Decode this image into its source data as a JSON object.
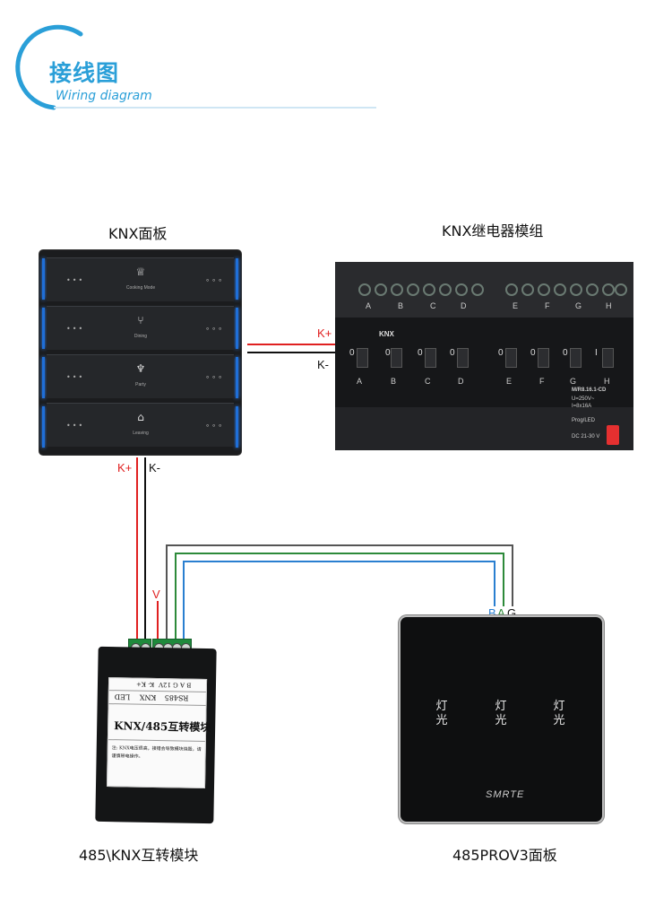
{
  "header": {
    "title": "接线图",
    "subtitle": "Wiring diagram"
  },
  "labels": {
    "knx_panel": "KNX面板",
    "relay_module": "KNX继电器模组",
    "converter": "485\\KNX互转模块",
    "prov3_panel": "485PROV3面板"
  },
  "wires": {
    "k_plus": "K+",
    "k_minus": "K-",
    "v": "V",
    "b": "B",
    "a": "A",
    "g": "G"
  },
  "knx_panel": {
    "buttons": [
      {
        "caption": "Cooking Mode"
      },
      {
        "caption": "Dining"
      },
      {
        "caption": "Party"
      },
      {
        "caption": "Leaving"
      }
    ]
  },
  "relay": {
    "channels": [
      "A",
      "B",
      "C",
      "D",
      "E",
      "F",
      "G",
      "H"
    ],
    "model": "M/R8.16.1-CD",
    "spec_u": "U=250V~",
    "spec_i": "I=8x16A",
    "prog": "Prog/LED",
    "dc": "DC 21-30 V",
    "logo": "KNX"
  },
  "converter": {
    "top_row": "B A G 12V",
    "top_row2": "K- K+",
    "rs485": "RS485",
    "knx": "KNX",
    "led": "LED",
    "title": "KNX/485互转模块",
    "note": "注: KNX电压很高，接错会导致模块烧毁，请谨慎带电操作。"
  },
  "prov3": {
    "button_text": "灯光",
    "logo": "SMRTE"
  },
  "colors": {
    "accent": "#2a9fd8",
    "wire_red": "#e02020",
    "wire_black": "#111111",
    "wire_blue": "#2a7fd0",
    "wire_green": "#2d8a3a",
    "wire_gray": "#555555"
  }
}
